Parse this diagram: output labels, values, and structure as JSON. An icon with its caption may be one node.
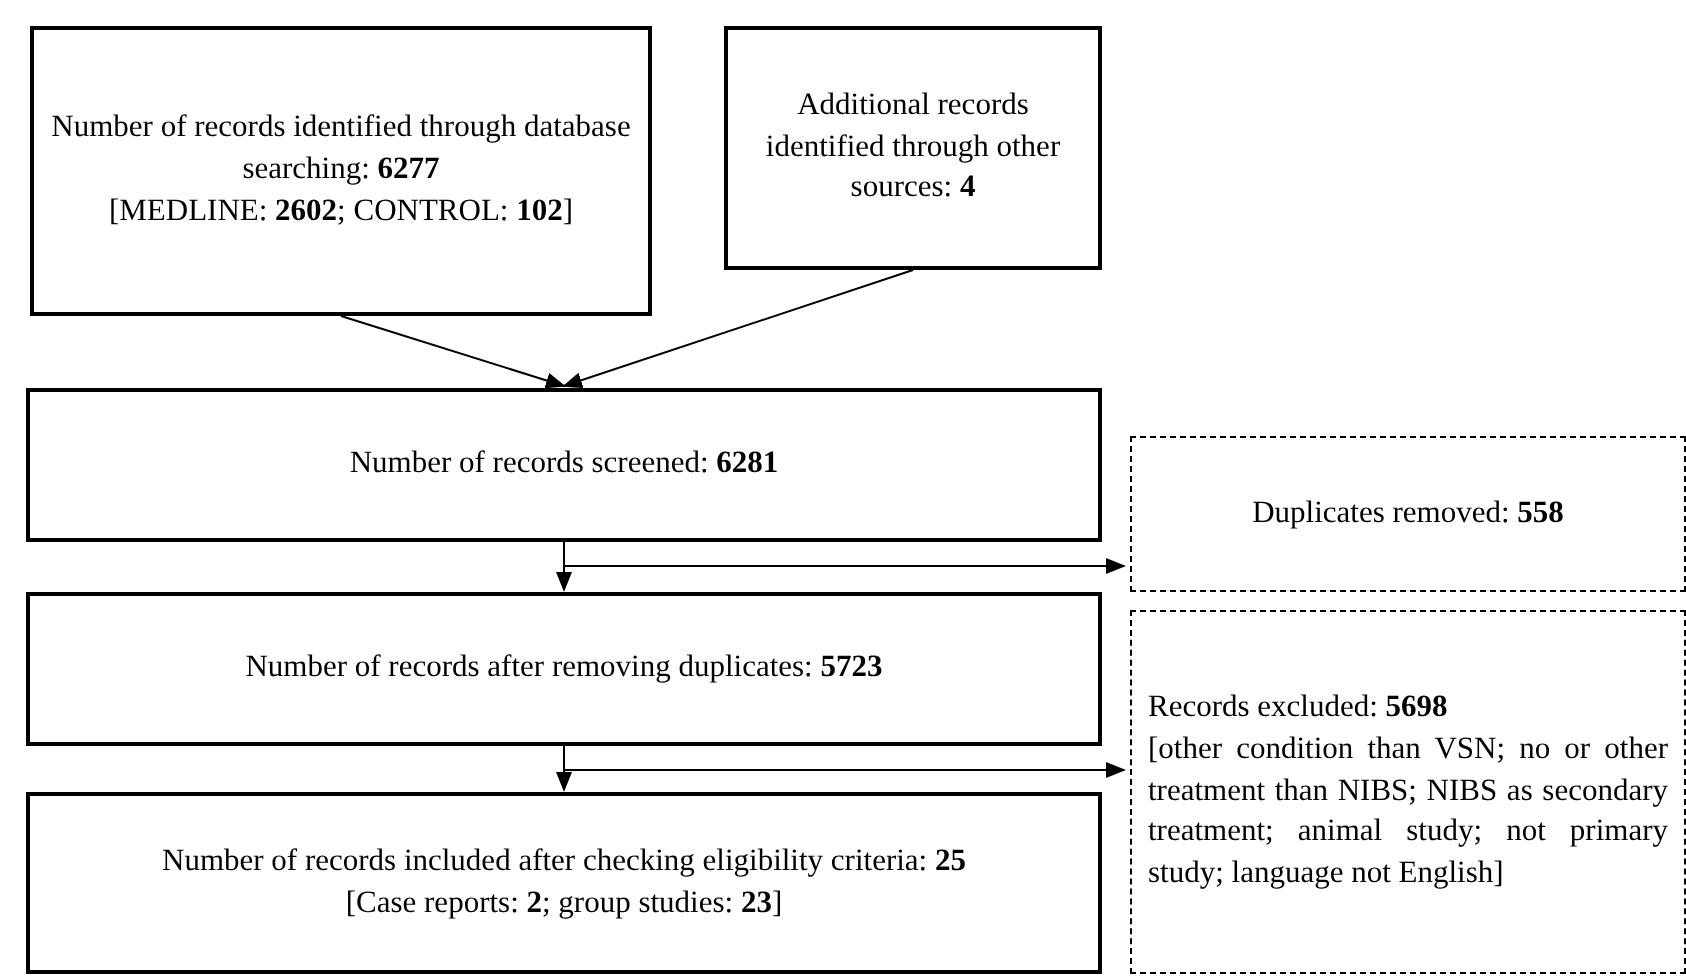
{
  "diagram": {
    "nodes": [
      {
        "text": [
          "Number of records identified through database searching: **6277**",
          "[MEDLINE: **2602**; CONTROL: **102**]"
        ]
      },
      {
        "text": [
          "Additional records identified through other sources: **4**"
        ]
      },
      {
        "text": [
          "Number of records screened: **6281**"
        ]
      },
      {
        "text": [
          "Duplicates removed: **558**"
        ]
      },
      {
        "text": [
          "Number of records after removing duplicates: **5723**"
        ]
      },
      {
        "text": [
          "Records excluded: **5698**",
          "[other condition than VSN; no or other treatment than NIBS; NIBS as secondary treatment; animal study; not primary study; language not English]"
        ]
      },
      {
        "text": [
          "Number of records included after checking eligibility criteria: **25**",
          "[Case reports: **2**; group studies: **23**]"
        ]
      }
    ],
    "edges": [
      {
        "from": 0,
        "to": 2,
        "arrow": "to"
      },
      {
        "from": 1,
        "to": 2,
        "arrow": "to"
      },
      {
        "from": 2,
        "to": 4,
        "arrow": "to"
      },
      {
        "from": 2,
        "to": 3,
        "arrow": "to"
      },
      {
        "from": 4,
        "to": 6,
        "arrow": "to"
      },
      {
        "from": 4,
        "to": 5,
        "arrow": "to"
      }
    ]
  }
}
